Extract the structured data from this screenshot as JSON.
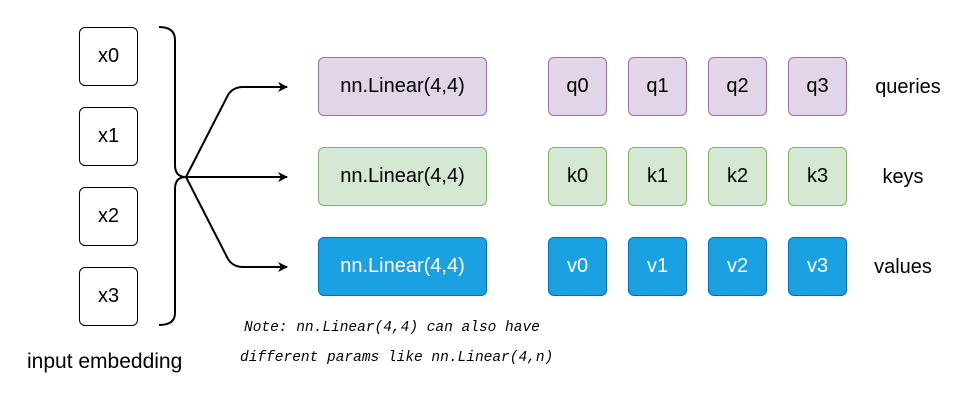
{
  "inputs": [
    "x0",
    "x1",
    "x2",
    "x3"
  ],
  "input_caption": "input embedding",
  "rows": [
    {
      "linear_label": "nn.Linear(4,4)",
      "items": [
        "q0",
        "q1",
        "q2",
        "q3"
      ],
      "label": "queries",
      "fill": "#e1d5e7",
      "stroke": "#9673a6"
    },
    {
      "linear_label": "nn.Linear(4,4)",
      "items": [
        "k0",
        "k1",
        "k2",
        "k3"
      ],
      "label": "keys",
      "fill": "#d5e8d4",
      "stroke": "#82b366"
    },
    {
      "linear_label": "nn.Linear(4,4)",
      "items": [
        "v0",
        "v1",
        "v2",
        "v3"
      ],
      "label": "values",
      "fill": "#1ba1e2",
      "stroke": "#006eaf"
    }
  ],
  "note": {
    "line1": "Note: nn.Linear(4,4) can also have",
    "line2": "different params like nn.Linear(4,n)"
  }
}
